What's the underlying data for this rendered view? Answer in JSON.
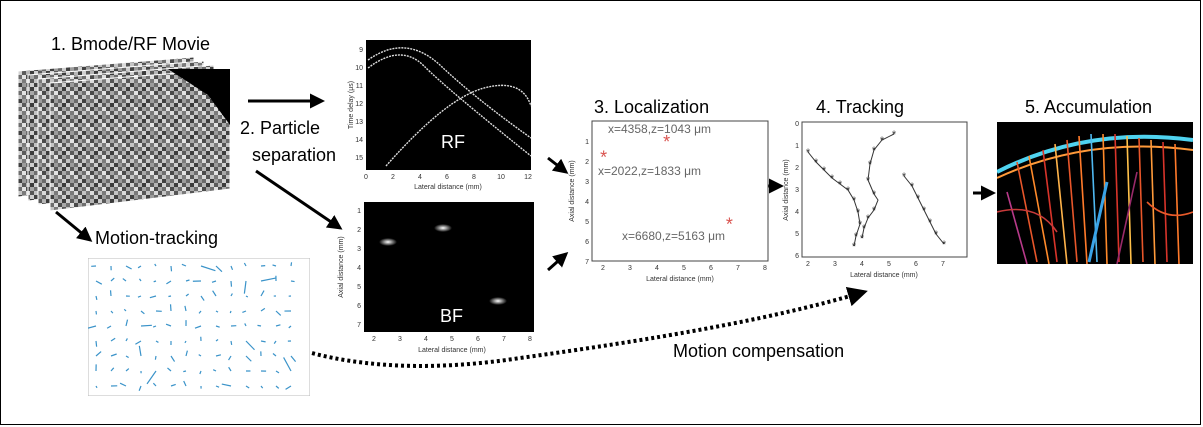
{
  "stages": {
    "s1": "1. Bmode/RF Movie",
    "s2a": "2. Particle",
    "s2b": "separation",
    "s3": "3. Localization",
    "s4": "4. Tracking",
    "s5": "5. Accumulation"
  },
  "motion_tracking": "Motion-tracking",
  "motion_compensation": "Motion compensation",
  "rf_plot": {
    "tag": "RF",
    "xlabel": "Lateral distance (mm)",
    "ylabel": "Time delay (μs)",
    "xticks": [
      "0",
      "2",
      "4",
      "6",
      "8",
      "10",
      "12"
    ],
    "yticks": [
      "9",
      "10",
      "11",
      "12",
      "13",
      "14",
      "15"
    ]
  },
  "bf_plot": {
    "tag": "BF",
    "xlabel": "Lateral distance (mm)",
    "ylabel": "Axial distance (mm)",
    "xticks": [
      "2",
      "3",
      "4",
      "5",
      "6",
      "7",
      "8"
    ],
    "yticks": [
      "1",
      "2",
      "3",
      "4",
      "5",
      "6",
      "7"
    ]
  },
  "loc_plot": {
    "xlabel": "Lateral distance (mm)",
    "ylabel": "Axial distance (mm)",
    "xticks": [
      "2",
      "3",
      "4",
      "5",
      "6",
      "7",
      "8"
    ],
    "yticks": [
      "1",
      "2",
      "3",
      "4",
      "5",
      "6",
      "7"
    ],
    "annotations": [
      "x=4358,z=1043 μm",
      "x=2022,z=1833 μm",
      "x=6680,z=5163 μm"
    ],
    "points": [
      {
        "x": 4.358,
        "z": 1.043
      },
      {
        "x": 2.022,
        "z": 1.833
      },
      {
        "x": 6.68,
        "z": 5.163
      }
    ]
  },
  "track_plot": {
    "xlabel": "Lateral distance (mm)",
    "ylabel": "Axial distance (mm)",
    "xticks": [
      "2",
      "3",
      "4",
      "5",
      "6",
      "7"
    ],
    "yticks": [
      "0",
      "1",
      "2",
      "3",
      "4",
      "5",
      "6"
    ]
  },
  "colors": {
    "arrow": "#000000",
    "star_red": "#d9534f",
    "vector_blue": "#3a93c9",
    "annotation_gray": "#666666"
  }
}
